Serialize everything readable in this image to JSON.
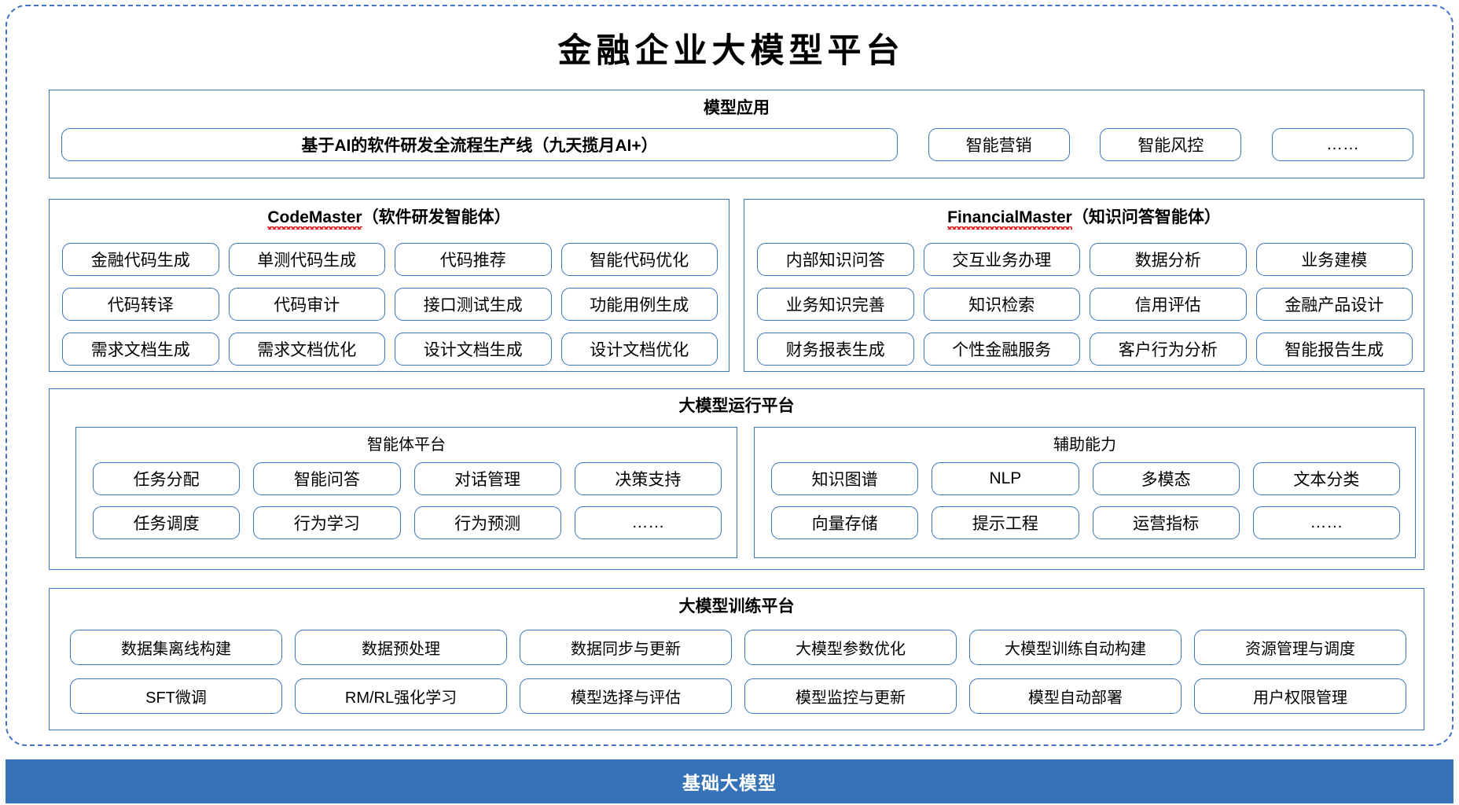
{
  "page": {
    "title": "金融企业大模型平台"
  },
  "colors": {
    "frame_border": "#4472c4",
    "panel_border": "#3a74b8",
    "base_bar_bg": "#3572b8",
    "base_bar_text": "#ffffff",
    "spellcheck_squiggle": "#e02020"
  },
  "model_application": {
    "heading": "模型应用",
    "main_item": "基于AI的软件研发全流程生产线（九天揽月AI+）",
    "side_items": [
      "智能营销",
      "智能风控",
      "……"
    ]
  },
  "agents": [
    {
      "name_en": "CodeMaster",
      "name_cn": "（软件研发智能体）",
      "spellcheck": true,
      "rows": [
        [
          "金融代码生成",
          "单测代码生成",
          "代码推荐",
          "智能代码优化"
        ],
        [
          "代码转译",
          "代码审计",
          "接口测试生成",
          "功能用例生成"
        ],
        [
          "需求文档生成",
          "需求文档优化",
          "设计文档生成",
          "设计文档优化"
        ]
      ]
    },
    {
      "name_en": "FinancialMaster",
      "name_cn": "（知识问答智能体）",
      "spellcheck": true,
      "rows": [
        [
          "内部知识问答",
          "交互业务办理",
          "数据分析",
          "业务建模"
        ],
        [
          "业务知识完善",
          "知识检索",
          "信用评估",
          "金融产品设计"
        ],
        [
          "财务报表生成",
          "个性金融服务",
          "客户行为分析",
          "智能报告生成"
        ]
      ]
    }
  ],
  "runtime_platform": {
    "heading": "大模型运行平台",
    "subsections": [
      {
        "heading": "智能体平台",
        "rows": [
          [
            "任务分配",
            "智能问答",
            "对话管理",
            "决策支持"
          ],
          [
            "任务调度",
            "行为学习",
            "行为预测",
            "……"
          ]
        ]
      },
      {
        "heading": "辅助能力",
        "rows": [
          [
            "知识图谱",
            "NLP",
            "多模态",
            "文本分类"
          ],
          [
            "向量存储",
            "提示工程",
            "运营指标",
            "……"
          ]
        ]
      }
    ]
  },
  "training_platform": {
    "heading": "大模型训练平台",
    "rows": [
      [
        "数据集离线构建",
        "数据预处理",
        "数据同步与更新",
        "大模型参数优化",
        "大模型训练自动构建",
        "资源管理与调度"
      ],
      [
        "SFT微调",
        "RM/RL强化学习",
        "模型选择与评估",
        "模型监控与更新",
        "模型自动部署",
        "用户权限管理"
      ]
    ]
  },
  "base_layer": {
    "label": "基础大模型"
  }
}
